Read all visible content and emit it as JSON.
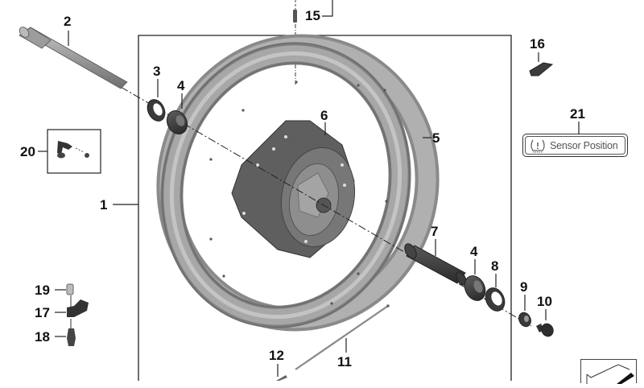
{
  "diagram": {
    "type": "exploded-parts-diagram",
    "subject": "Front wheel assembly",
    "callouts": [
      {
        "id": "1",
        "label": "1",
        "part": "wheel-assembly-frame"
      },
      {
        "id": "2",
        "label": "2",
        "part": "axle-tool"
      },
      {
        "id": "3",
        "label": "3",
        "part": "shaft-seal"
      },
      {
        "id": "4a",
        "label": "4",
        "part": "bearing-left"
      },
      {
        "id": "4b",
        "label": "4",
        "part": "bearing-right"
      },
      {
        "id": "5",
        "label": "5",
        "part": "rim"
      },
      {
        "id": "6",
        "label": "6",
        "part": "hub"
      },
      {
        "id": "7",
        "label": "7",
        "part": "spacer-sleeve"
      },
      {
        "id": "8",
        "label": "8",
        "part": "shaft-seal-right"
      },
      {
        "id": "9",
        "label": "9",
        "part": "washer"
      },
      {
        "id": "10",
        "label": "10",
        "part": "screw"
      },
      {
        "id": "11",
        "label": "11",
        "part": "spoke"
      },
      {
        "id": "12",
        "label": "12",
        "part": "spoke-nipple"
      },
      {
        "id": "15",
        "label": "15",
        "part": "valve"
      },
      {
        "id": "16",
        "label": "16",
        "part": "balance-weight"
      },
      {
        "id": "17",
        "label": "17",
        "part": "tire-pressure-sensor"
      },
      {
        "id": "18",
        "label": "18",
        "part": "valve-stem"
      },
      {
        "id": "19",
        "label": "19",
        "part": "valve-cap"
      },
      {
        "id": "20",
        "label": "20",
        "part": "valve-kit"
      },
      {
        "id": "21",
        "label": "21",
        "part": "sensor-position-sticker"
      }
    ],
    "sticker": {
      "text": "Sensor Position",
      "icon": "tpms-warning-icon"
    },
    "corner_icon": "navigate-arrow-icon"
  }
}
